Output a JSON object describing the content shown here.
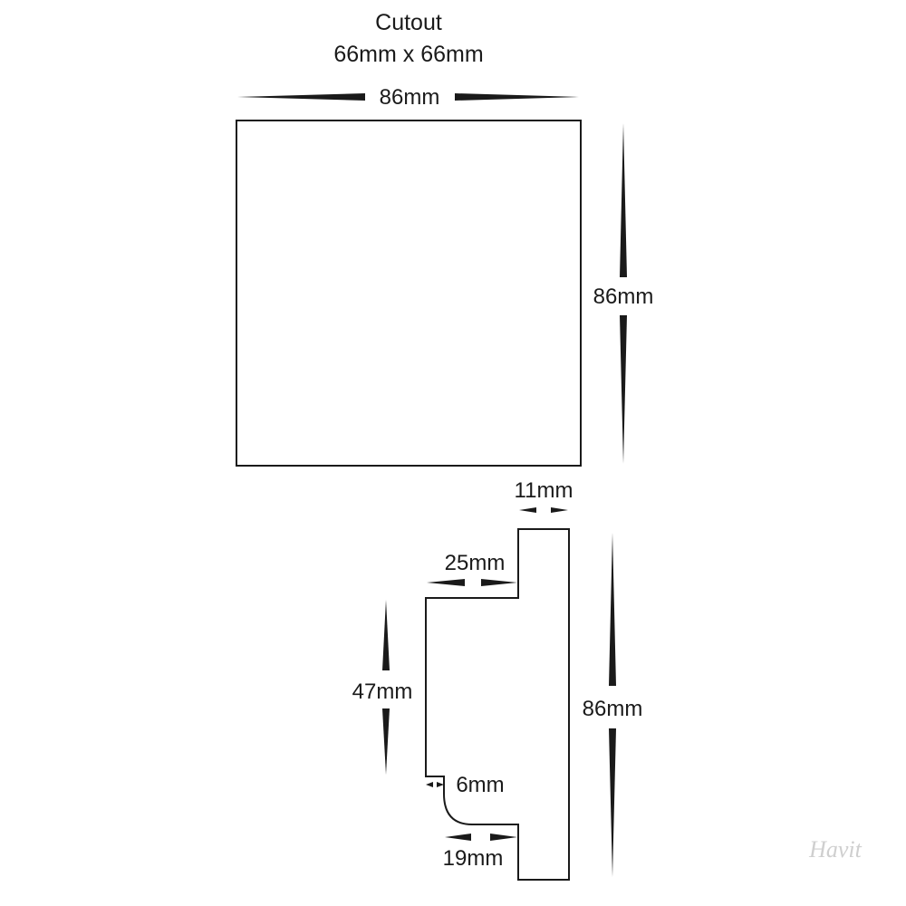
{
  "cutout": {
    "title": "Cutout",
    "size": "66mm x 66mm"
  },
  "front_view": {
    "width_label": "86mm",
    "height_label": "86mm"
  },
  "side_view": {
    "top_depth_label": "11mm",
    "step_label": "25mm",
    "body_height_label": "47mm",
    "total_height_label": "86mm",
    "lip_label": "6mm",
    "bottom_depth_label": "19mm"
  },
  "watermark": "Havit",
  "colors": {
    "line": "#1a1a1a",
    "background": "#ffffff",
    "watermark": "#cfcfcf"
  }
}
